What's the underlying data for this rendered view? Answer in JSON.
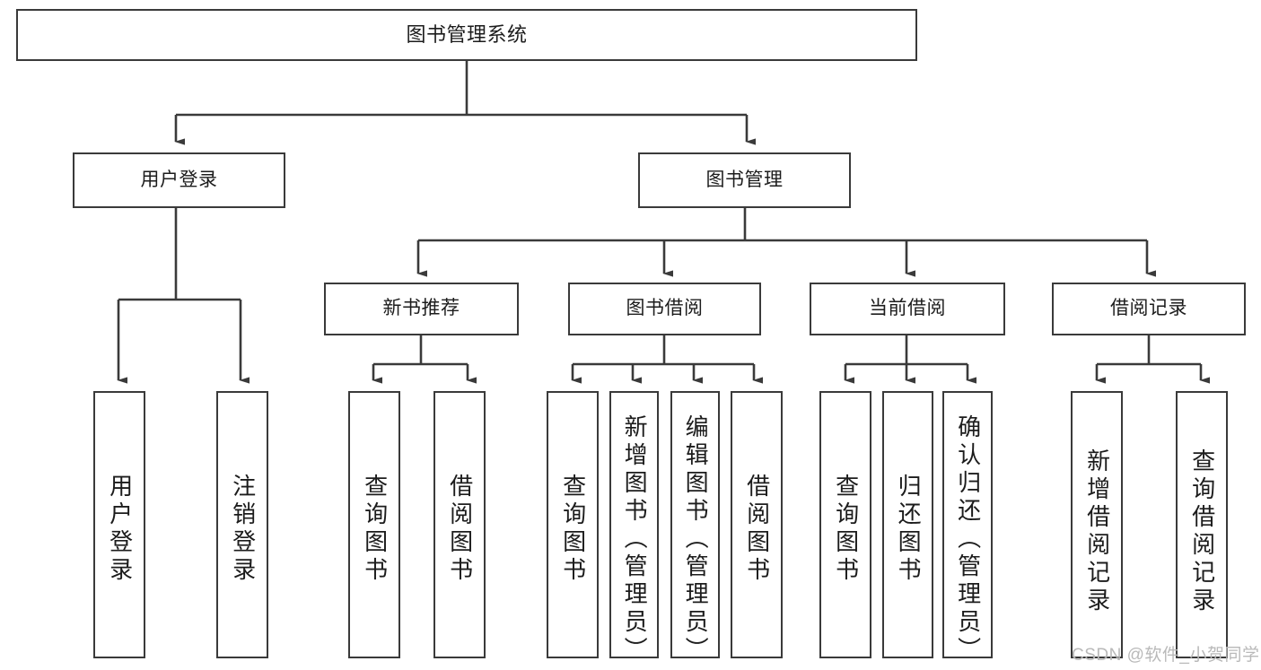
{
  "diagram": {
    "title": "图书管理系统",
    "type": "tree-hierarchy-diagram",
    "colors": {
      "box_border": "#3a3a3a",
      "box_fill": "#ffffff",
      "edge": "#3a3a3a",
      "text": "#1c1c1c",
      "watermark": "#b9b9b9",
      "background": "#ffffff"
    },
    "root": {
      "label": "图书管理系统"
    },
    "level2": [
      {
        "label": "用户登录"
      },
      {
        "label": "图书管理"
      }
    ],
    "level3": [
      {
        "label": "新书推荐"
      },
      {
        "label": "图书借阅"
      },
      {
        "label": "当前借阅"
      },
      {
        "label": "借阅记录"
      }
    ],
    "leaves": {
      "user_login": [
        {
          "label": "用户登录"
        },
        {
          "label": "注销登录"
        }
      ],
      "new_book_recommend": [
        {
          "label": "查询图书"
        },
        {
          "label": "借阅图书"
        }
      ],
      "book_borrow": [
        {
          "label": "查询图书"
        },
        {
          "label": "新增图书（管理员）"
        },
        {
          "label": "编辑图书（管理员）"
        },
        {
          "label": "借阅图书"
        }
      ],
      "current_borrow": [
        {
          "label": "查询图书"
        },
        {
          "label": "归还图书"
        },
        {
          "label": "确认归还（管理员）"
        }
      ],
      "borrow_record": [
        {
          "label": "新增借阅记录"
        },
        {
          "label": "查询借阅记录"
        }
      ]
    }
  },
  "watermark": {
    "text": "CSDN @软件_小贺同学"
  }
}
